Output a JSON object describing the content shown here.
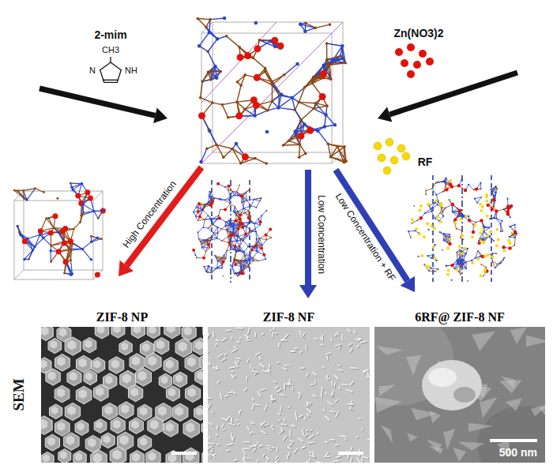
{
  "diagram": {
    "nodes": [
      {
        "text": [
          "ZIF-8 NP"
        ]
      },
      {
        "text": [
          "ZIF-8 NF"
        ]
      },
      {
        "text": [
          "6RF@ ZIF-8 NF",
          "500 nm"
        ]
      }
    ],
    "labels": [
      "2-mim",
      "CH3",
      "N",
      "NH",
      "Zn(NO3)2",
      "RF",
      "High Concentration",
      "Low Concentration",
      "Low Concentration + RF",
      "SEM"
    ]
  }
}
